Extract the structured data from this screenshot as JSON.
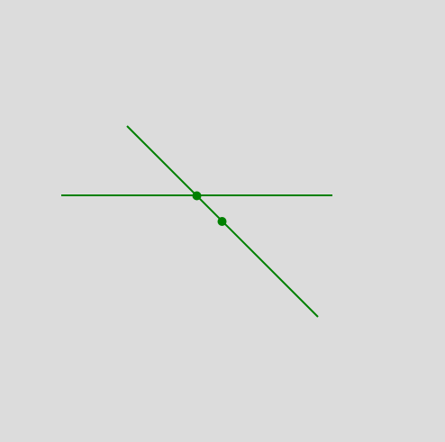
{
  "canvas": {
    "background_color": "#dcdcdc"
  },
  "colors": {
    "stroke": "#008000",
    "point": "#008000"
  },
  "shapes": {
    "line_horizontal": {
      "kind": "line-segment",
      "orientation": "horizontal"
    },
    "line_diagonal": {
      "kind": "line-segment",
      "orientation": "diagonal"
    },
    "point_intersection": {
      "kind": "point",
      "role": "intersection"
    },
    "point_on_diagonal": {
      "kind": "point",
      "role": "on-diagonal-line"
    }
  }
}
